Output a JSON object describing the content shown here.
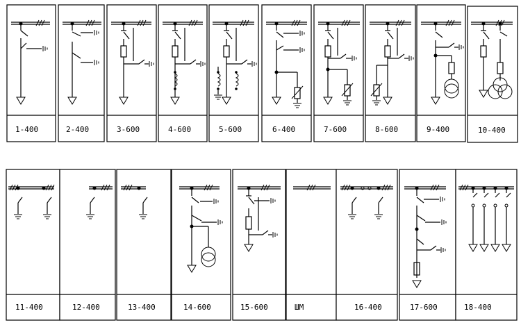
{
  "schemes": {
    "row1": [
      {
        "label": "1-400"
      },
      {
        "label": "2-400"
      },
      {
        "label": "3-600"
      },
      {
        "label": "4-600"
      },
      {
        "label": "5-600"
      },
      {
        "label": "6-400"
      },
      {
        "label": "7-600"
      },
      {
        "label": "8-600"
      },
      {
        "label": "9-400"
      },
      {
        "label": "10-400"
      }
    ],
    "row2": [
      {
        "label": "11-400"
      },
      {
        "label": "12-400"
      },
      {
        "label": "13-400"
      },
      {
        "label": "14-600"
      },
      {
        "label": "15-600"
      },
      {
        "label": "ШМ"
      },
      {
        "label": "16-400"
      },
      {
        "label": "17-600"
      },
      {
        "label": "18-400"
      }
    ]
  },
  "bus_mark": "///"
}
